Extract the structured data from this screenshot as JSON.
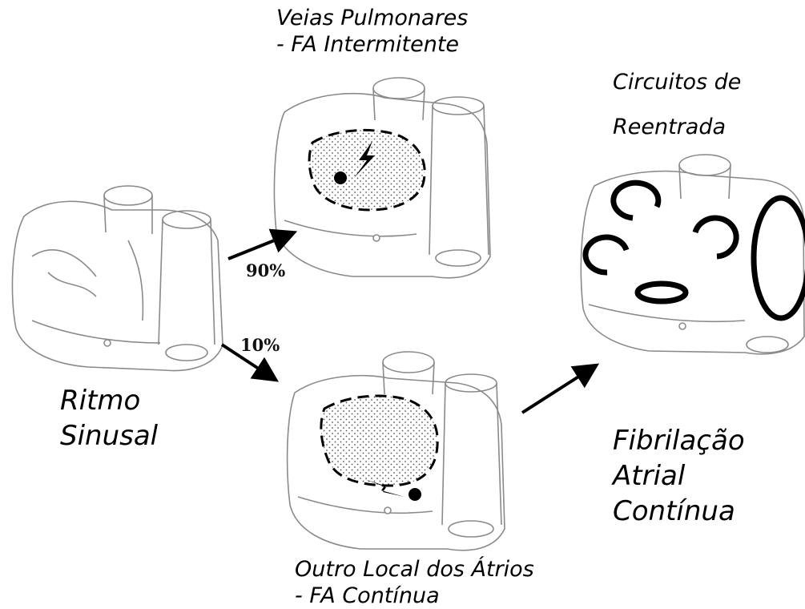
{
  "labels": {
    "pv_line1": "Veias Pulmonares",
    "pv_line2": "- FA Intermitente",
    "reentry_line1": "Circuitos de",
    "reentry_line2": "Reentrada",
    "sinus_line1": "Ritmo",
    "sinus_line2": "Sinusal",
    "af_line1": "Fibrilação",
    "af_line2": "Atrial",
    "af_line3": "Contínua",
    "other_line1": "Outro Local dos Átrios",
    "other_line2": "- FA Contínua"
  },
  "percentages": {
    "to_pulmonary": "90%",
    "to_other": "10%"
  },
  "colors": {
    "ink": "#000000",
    "sketch": "#8a8a8a",
    "stipple": "#c9c9c9"
  }
}
